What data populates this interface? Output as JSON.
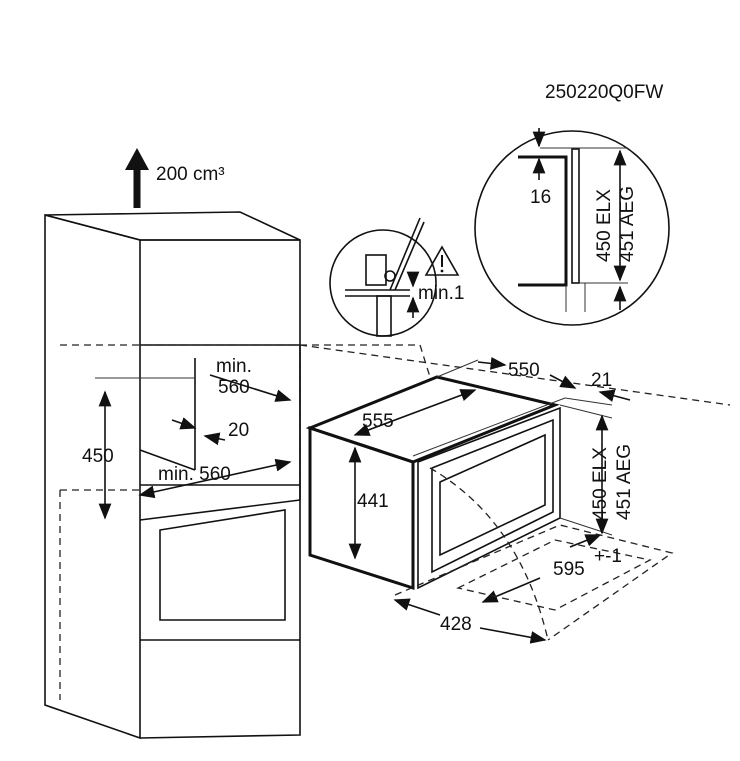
{
  "diagram": {
    "model_code": "250220Q0FW",
    "ventilation": "200 cm³",
    "cabinet": {
      "niche_depth_label": "min.\n560",
      "niche_depth_line1": "min.",
      "niche_depth_line2": "560",
      "niche_height": "450",
      "gap": "20",
      "niche_width": "min. 560"
    },
    "appliance": {
      "depth_total": "550",
      "depth_body": "555",
      "front_thickness": "21",
      "height_body": "441",
      "height_elx": "450 ELX",
      "height_aeg": "451 AEG",
      "width": "595",
      "width_tolerance": "+-1",
      "door_depth": "428"
    },
    "detail_large": {
      "gap_top": "16",
      "height_elx": "450 ELX",
      "height_aeg": "451 AEG"
    },
    "detail_small": {
      "clearance": "min.1",
      "warning_icon": "warning-triangle"
    }
  }
}
